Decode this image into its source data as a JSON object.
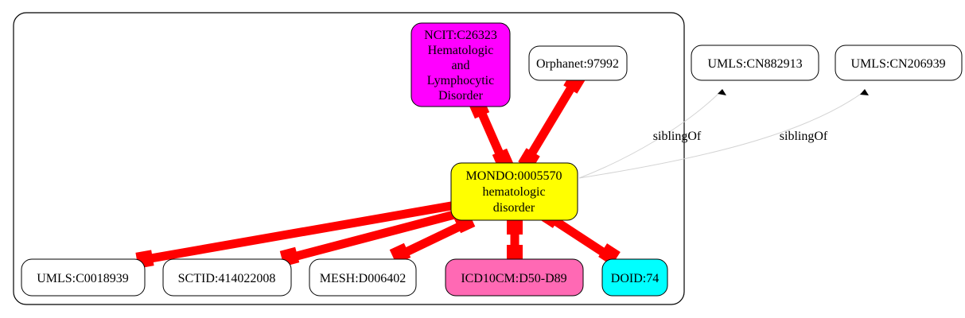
{
  "colors": {
    "background": "#ffffff",
    "equivalent_edge": "#ff0000",
    "sibling_edge": "#d3d3d3",
    "focus_node": "#ffff00",
    "ncit_node": "#ff00ff",
    "icd10cm_node": "#ff69b4",
    "doid_node": "#00ffff",
    "default_node": "#ffffff",
    "stroke": "#000000"
  },
  "nodes": {
    "ncit": {
      "lines": [
        "NCIT:C26323",
        "Hematologic",
        "and",
        "Lymphocytic",
        "Disorder"
      ]
    },
    "orphanet": {
      "lines": [
        "Orphanet:97992"
      ]
    },
    "mondo": {
      "lines": [
        "MONDO:0005570",
        "hematologic",
        "disorder"
      ]
    },
    "umls_cn882913": {
      "lines": [
        "UMLS:CN882913"
      ]
    },
    "umls_cn206939": {
      "lines": [
        "UMLS:CN206939"
      ]
    },
    "umls_c0018939": {
      "lines": [
        "UMLS:C0018939"
      ]
    },
    "sctid": {
      "lines": [
        "SCTID:414022008"
      ]
    },
    "mesh": {
      "lines": [
        "MESH:D006402"
      ]
    },
    "icd10cm": {
      "lines": [
        "ICD10CM:D50-D89"
      ]
    },
    "doid": {
      "lines": [
        "DOID:74"
      ]
    }
  },
  "edges": {
    "sibling_label_1": "siblingOf",
    "sibling_label_2": "siblingOf"
  }
}
